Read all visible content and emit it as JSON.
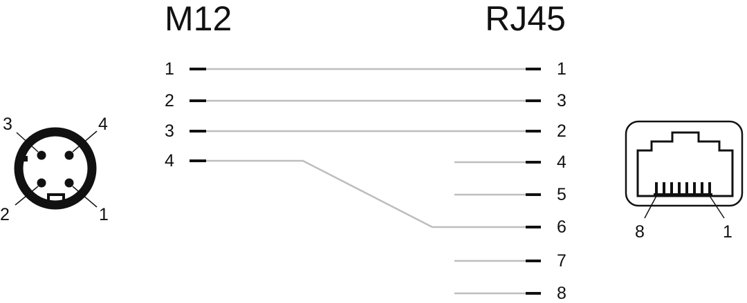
{
  "titles": {
    "left": "M12",
    "right": "RJ45"
  },
  "m12_pins": [
    "1",
    "2",
    "3",
    "4"
  ],
  "rj45_pins": [
    "1",
    "3",
    "2",
    "4",
    "5",
    "6",
    "7",
    "8"
  ],
  "wiring": [
    {
      "m12": "1",
      "rj45": "1"
    },
    {
      "m12": "2",
      "rj45": "3"
    },
    {
      "m12": "3",
      "rj45": "2"
    },
    {
      "m12": "4",
      "rj45": "6"
    }
  ],
  "m12_connector": {
    "labels": {
      "top_left": "3",
      "top_right": "4",
      "bottom_left": "2",
      "bottom_right": "1"
    }
  },
  "rj45_connector": {
    "labels": {
      "left": "8",
      "right": "1"
    }
  },
  "colors": {
    "wire": "#bdbdbd",
    "ink": "#111111"
  }
}
